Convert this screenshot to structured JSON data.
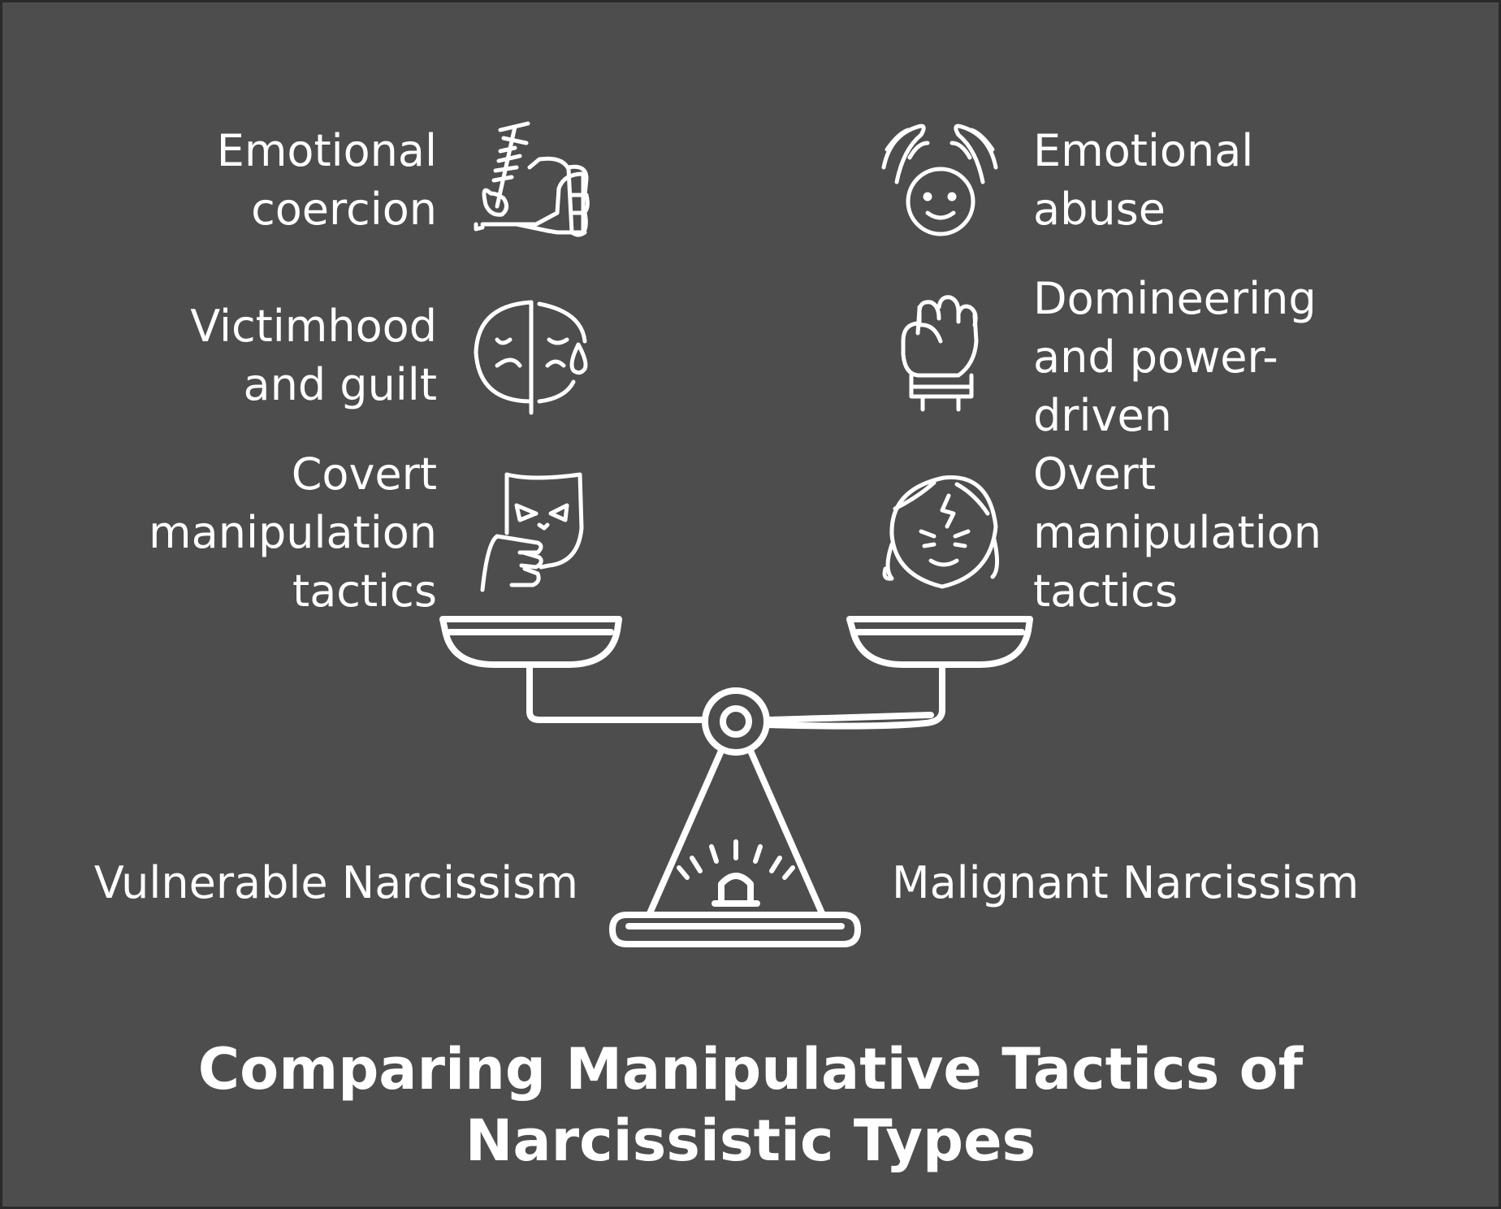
{
  "title": [
    "Comparing Manipulative Tactics of",
    "Narcissistic Types"
  ],
  "left": {
    "label": "Vulnerable Narcissism",
    "tactics": [
      {
        "lines": [
          "Emotional",
          "coercion"
        ],
        "icon": "hand-pulling-heart-icon"
      },
      {
        "lines": [
          "Victimhood",
          "and guilt"
        ],
        "icon": "half-sad-face-icon"
      },
      {
        "lines": [
          "Covert",
          "manipulation",
          "tactics"
        ],
        "icon": "hand-holding-mask-icon"
      }
    ]
  },
  "right": {
    "label": "Malignant Narcissism",
    "tactics": [
      {
        "lines": [
          "Emotional",
          "abuse"
        ],
        "icon": "hands-over-face-icon"
      },
      {
        "lines": [
          "Domineering",
          "and power-",
          "driven"
        ],
        "icon": "raised-fist-icon"
      },
      {
        "lines": [
          "Overt",
          "manipulation",
          "tactics"
        ],
        "icon": "angry-face-icon"
      }
    ]
  },
  "colors": {
    "background": "#4d4d4d",
    "foreground": "#ffffff",
    "frame": "#2a2a2a"
  }
}
